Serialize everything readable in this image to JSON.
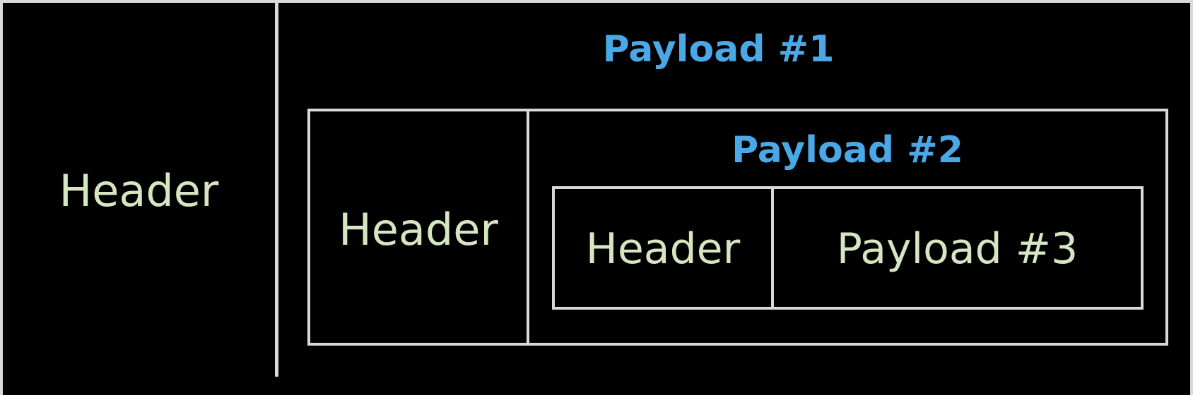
{
  "colors": {
    "background": "#000000",
    "border": "#d9d9d9",
    "header_text": "#d6e5c2",
    "payload_title": "#4aa8e6"
  },
  "level1": {
    "header": "Header",
    "payload_title": "Payload #1"
  },
  "level2": {
    "header": "Header",
    "payload_title": "Payload #2"
  },
  "level3": {
    "header": "Header",
    "payload": "Payload #3"
  }
}
